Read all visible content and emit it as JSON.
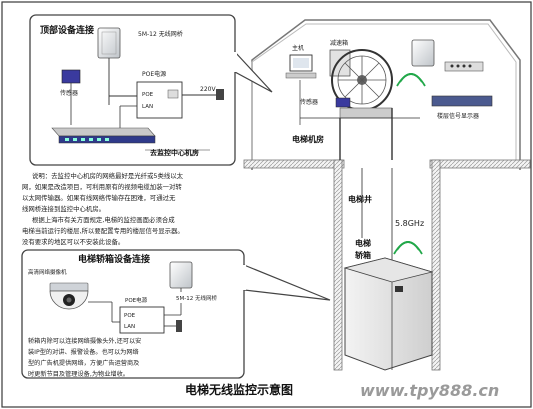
{
  "top_panel": {
    "title": "顶部设备连接",
    "bridge_label": "5M-12 无线网桥",
    "sensor_label": "传感器",
    "poe_box_label": "POE电源",
    "poe_port": "POE",
    "lan_port": "LAN",
    "voltage": "220V",
    "room_label": "去监控中心机房"
  },
  "machine_room": {
    "host_label": "主机",
    "reducer_label": "减速箱",
    "sensor_label": "传感器",
    "display_label": "楼层信号显示器",
    "room_label": "电梯机房"
  },
  "shaft": {
    "shaft_label": "电梯井",
    "frequency": "5.8GHz",
    "car_label_1": "电梯",
    "car_label_2": "轿箱"
  },
  "description": {
    "lines": [
      "说明：去监控中心机房的网络最好是光纤或5类线以太",
      "网，如果是改造项目，可利用原有的视频电缆加装一对转",
      "以太网传输器。如果有线网络传输存在困难，可通过无",
      "线网桥连接到监控中心机房。",
      "根据上海市有关方面规定,电梯的监控画面必须合成",
      "电梯当前运行的楼层,所以要配置专用的楼层信号显示器。",
      "没有要求的地区可以不安装此设备。"
    ]
  },
  "car_panel": {
    "title": "电梯轿箱设备连接",
    "camera_label": "高清网络摄像机",
    "bridge_label": "5M-12 无线网桥",
    "poe_box_label": "POE电源",
    "poe_port": "POE",
    "lan_port": "LAN",
    "notes": [
      "轿箱内除可以连接网络摄像头外,还可以安",
      "装IP型的对讲、报警设备。也可以为网络",
      "型的广告机提供网络，方便广告运营商及",
      "时更新节目及管理设备,为物业增收。"
    ]
  },
  "caption": "电梯无线监控示意图",
  "watermark": "www.tpy888.cn"
}
